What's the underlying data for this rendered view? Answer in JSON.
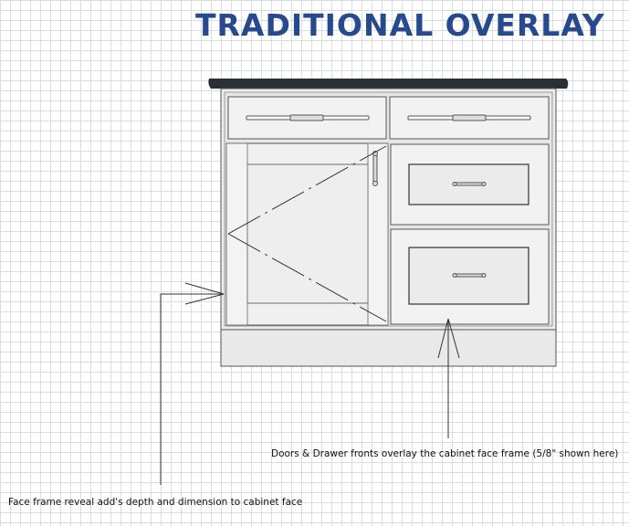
{
  "title": "TRADITIONAL OVERLAY",
  "annotations": {
    "doors_overlay": "Doors & Drawer fronts overlay the cabinet face frame (5/8\" shown here)",
    "face_frame_reveal": "Face frame reveal add's depth and dimension to cabinet face"
  },
  "colors": {
    "title": "#27498e",
    "countertop": "#2b2f36",
    "cabinet_fill": "#ececec",
    "outline": "#555555",
    "grid": "#d9dde2"
  }
}
